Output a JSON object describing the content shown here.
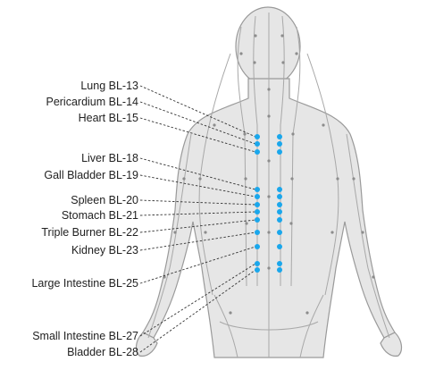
{
  "diagram": {
    "labels": [
      {
        "id": "lung",
        "text": "Lung BL-13"
      },
      {
        "id": "pericardium",
        "text": "Pericardium BL-14"
      },
      {
        "id": "heart",
        "text": "Heart BL-15"
      },
      {
        "id": "liver",
        "text": "Liver BL-18"
      },
      {
        "id": "gall-bladder",
        "text": "Gall Bladder BL-19"
      },
      {
        "id": "spleen",
        "text": "Spleen BL-20"
      },
      {
        "id": "stomach",
        "text": "Stomach BL-21"
      },
      {
        "id": "triple-burner",
        "text": "Triple Burner BL-22"
      },
      {
        "id": "kidney",
        "text": "Kidney BL-23"
      },
      {
        "id": "large-intestine",
        "text": "Large Intestine BL-25"
      },
      {
        "id": "small-intestine",
        "text": "Small Intestine BL-27"
      },
      {
        "id": "bladder",
        "text": "Bladder BL-28"
      }
    ],
    "colors": {
      "body_fill": "#e6e6e6",
      "body_outline": "#9a9a9a",
      "meridian": "#a8a8a8",
      "point": "#1aa7ec",
      "leader": "#333333"
    }
  }
}
